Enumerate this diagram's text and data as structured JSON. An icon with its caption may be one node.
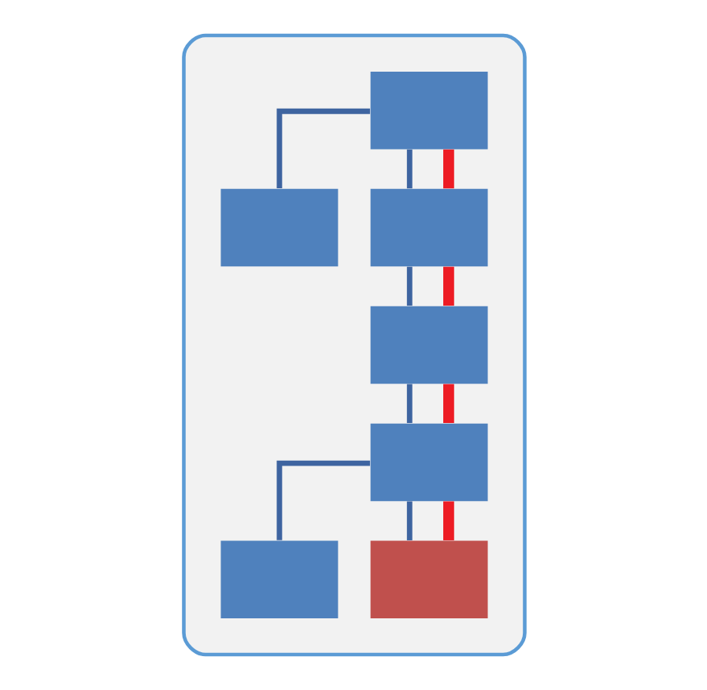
{
  "diagram": {
    "nodes": [
      {
        "text": [],
        "shape": "box"
      },
      {
        "text": [],
        "shape": "box",
        "in": 0
      },
      {
        "text": [],
        "shape": "box",
        "in": 0
      },
      {
        "text": [],
        "shape": "box",
        "in": 0
      },
      {
        "text": [],
        "shape": "box",
        "in": 0
      },
      {
        "text": [],
        "shape": "box",
        "in": 0
      },
      {
        "text": [],
        "shape": "box",
        "in": 0
      },
      {
        "text": [],
        "shape": "box",
        "in": 0
      }
    ],
    "edges": [
      {
        "from": 1,
        "to": 2,
        "arrow": "none"
      },
      {
        "from": 1,
        "to": 3,
        "arrow": "none"
      },
      {
        "from": 3,
        "to": 4,
        "arrow": "none"
      },
      {
        "from": 4,
        "to": 5,
        "arrow": "none"
      },
      {
        "from": 5,
        "to": 6,
        "arrow": "none"
      },
      {
        "from": 5,
        "to": 7,
        "arrow": "none"
      },
      {
        "from": 1,
        "to": 3,
        "arrow": "none",
        "style": "thick",
        "color": "#ed1c24"
      },
      {
        "from": 3,
        "to": 4,
        "arrow": "none",
        "style": "thick",
        "color": "#ed1c24"
      },
      {
        "from": 4,
        "to": 5,
        "arrow": "none",
        "style": "thick",
        "color": "#ed1c24"
      },
      {
        "from": 5,
        "to": 7,
        "arrow": "none",
        "style": "thick",
        "color": "#ed1c24"
      }
    ]
  }
}
